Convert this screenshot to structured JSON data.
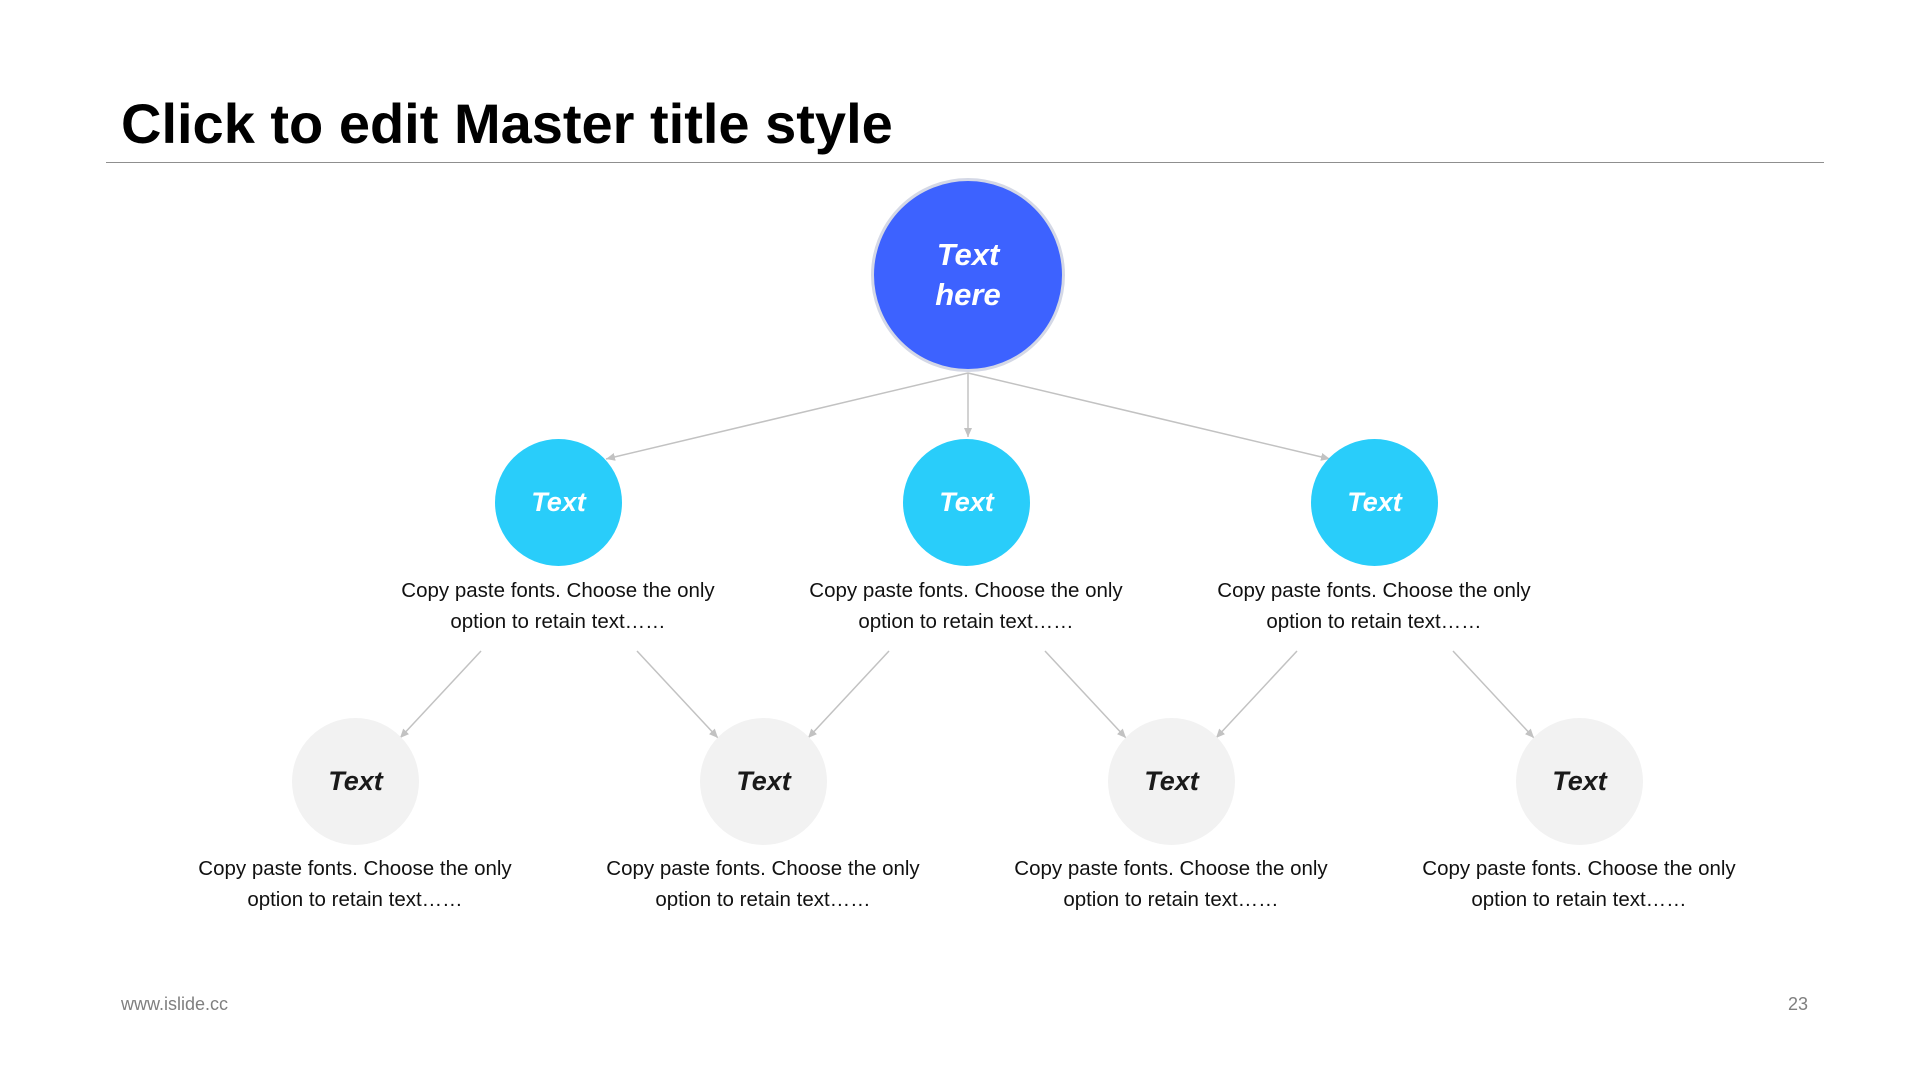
{
  "slide": {
    "title": "Click to edit Master title style",
    "footer_url": "www.islide.cc",
    "page_number": "23"
  },
  "colors": {
    "root_fill": "#3d62ff",
    "mid_fill": "#29cdfa",
    "leaf_fill": "#f2f2f2",
    "connector": "#c2c2c2"
  },
  "tree": {
    "root": {
      "line1": "Text",
      "line2": "here"
    },
    "mid": [
      {
        "label": "Text",
        "caption_line1": "Copy paste fonts. Choose the only",
        "caption_line2": "option to retain text……"
      },
      {
        "label": "Text",
        "caption_line1": "Copy paste fonts. Choose the only",
        "caption_line2": "option to retain text……"
      },
      {
        "label": "Text",
        "caption_line1": "Copy paste fonts. Choose the only",
        "caption_line2": "option to retain text……"
      }
    ],
    "leaves": [
      {
        "label": "Text",
        "caption_line1": "Copy paste fonts. Choose the only",
        "caption_line2": "option to retain text……"
      },
      {
        "label": "Text",
        "caption_line1": "Copy paste fonts. Choose the only",
        "caption_line2": "option to retain text……"
      },
      {
        "label": "Text",
        "caption_line1": "Copy paste fonts. Choose the only",
        "caption_line2": "option to retain text……"
      },
      {
        "label": "Text",
        "caption_line1": "Copy paste fonts. Choose the only",
        "caption_line2": "option to retain text……"
      }
    ]
  }
}
